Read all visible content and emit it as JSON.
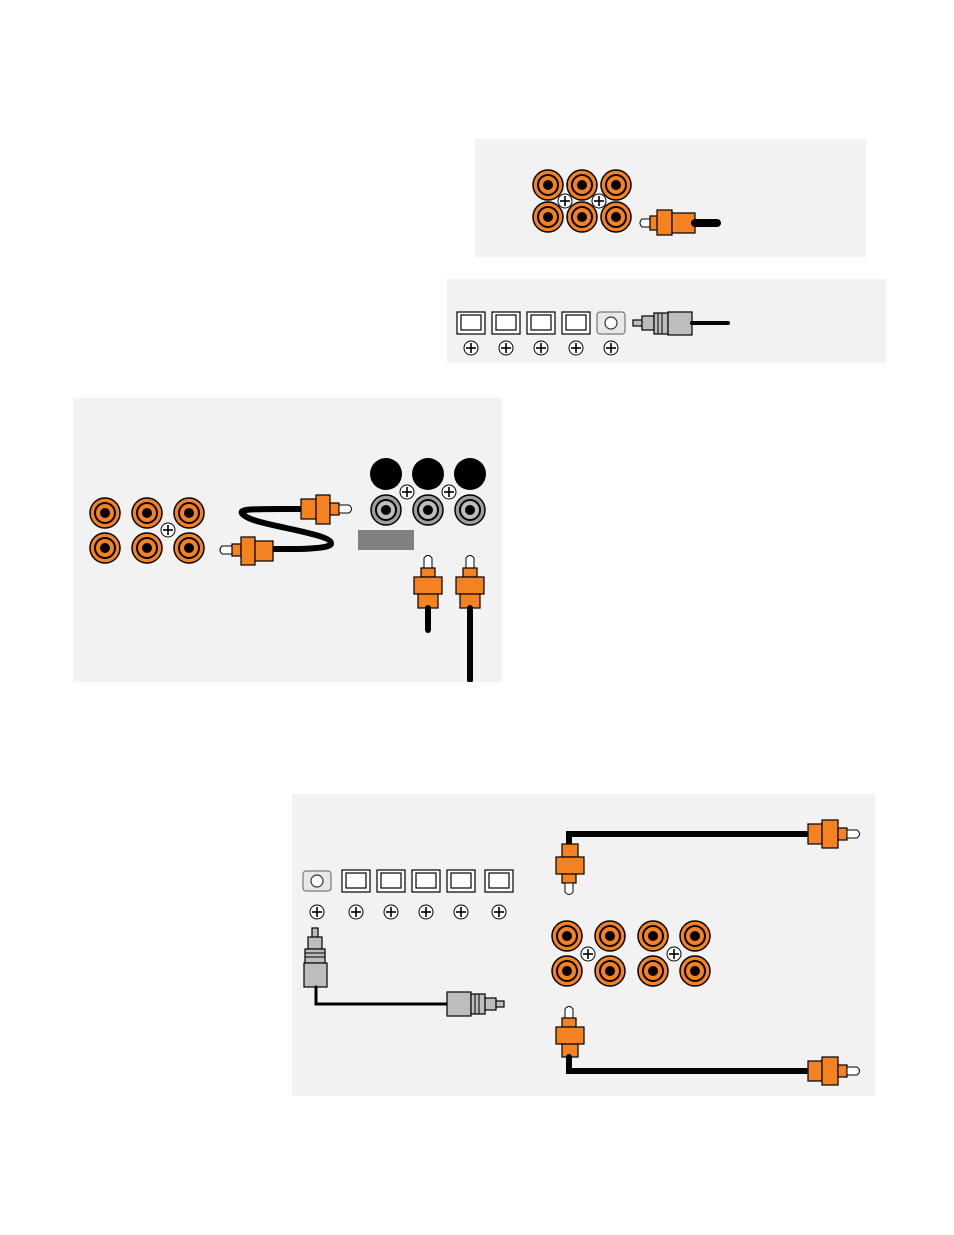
{
  "colors": {
    "page_background": "#ffffff",
    "panel_background": "#f2f2f2",
    "rca_orange": "#f58220",
    "optical_plug_grey": "#bdbdbd",
    "cable": "#000000",
    "label_block_grey": "#808080"
  },
  "panels": [
    {
      "id": "panel-a",
      "content": "rca-jack-group-with-plug"
    },
    {
      "id": "panel-b",
      "content": "optical-jack-row-with-plug"
    },
    {
      "id": "panel-c",
      "content": "rca-jacks-with-loop-cable-and-two-plugs"
    },
    {
      "id": "panel-d",
      "content": "optical-and-rca-jacks-with-cables"
    }
  ],
  "icons": [
    "rca-jack-icon",
    "screw-icon",
    "optical-jack-icon",
    "rca-plug-icon",
    "optical-plug-icon",
    "cable-icon",
    "black-knob-icon"
  ]
}
